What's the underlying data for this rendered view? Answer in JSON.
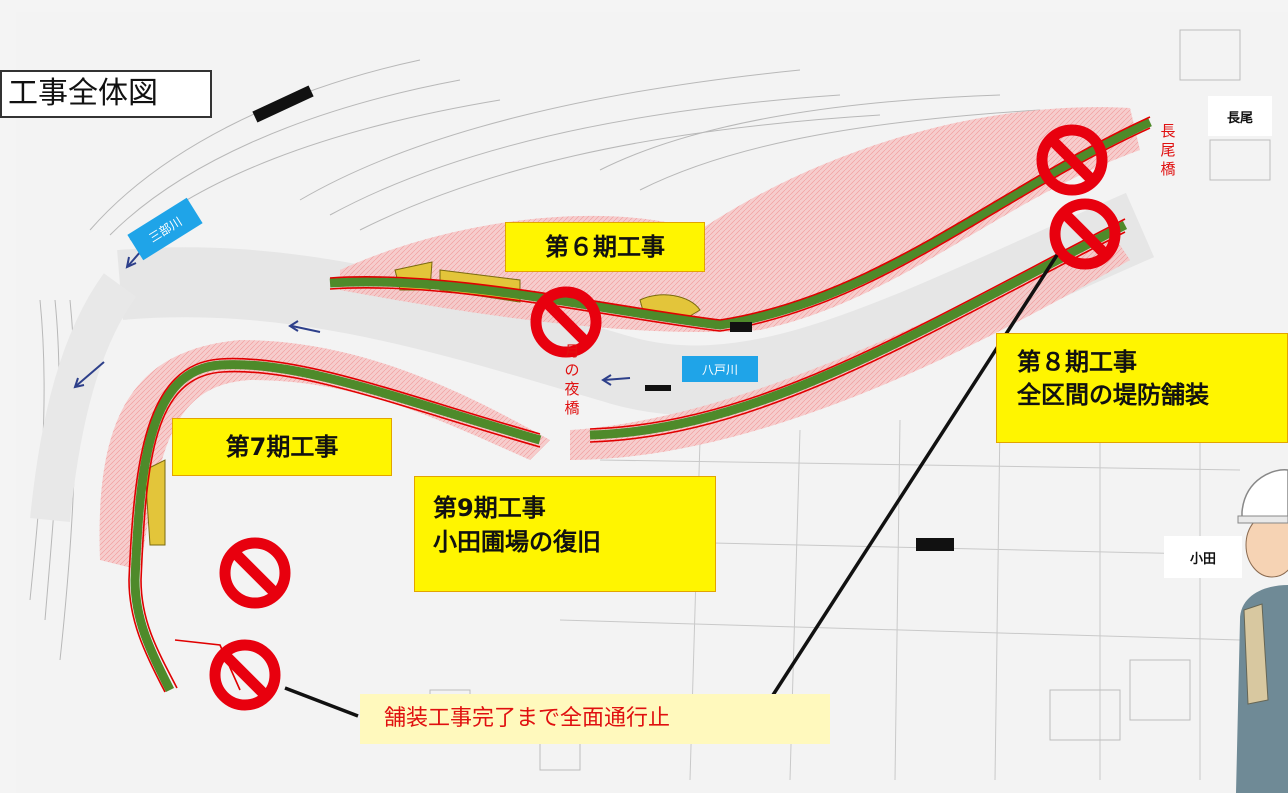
{
  "title": "工事全体図",
  "labels": {
    "phase6": "第６期工事",
    "phase7": "第7期工事",
    "phase8_line1": "第８期工事",
    "phase8_line2": "全区間の堤防舗装",
    "phase9_line1": "第9期工事",
    "phase9_line2": "小田圃場の復旧",
    "closure": "舗装工事完了まで全面通行止"
  },
  "places": {
    "nagao": "長尾",
    "oda": "小田",
    "nagao_bridge": "長尾橋",
    "tsukinoyo_bridge": "月の夜橋",
    "hachinohe_river": "八戸川",
    "sanbu_river": "三部川"
  },
  "colors": {
    "highlight_yellow": "#fff500",
    "zone_red": "#f08080",
    "road_red": "#e00000",
    "river_label_blue": "#1fa4e8"
  }
}
